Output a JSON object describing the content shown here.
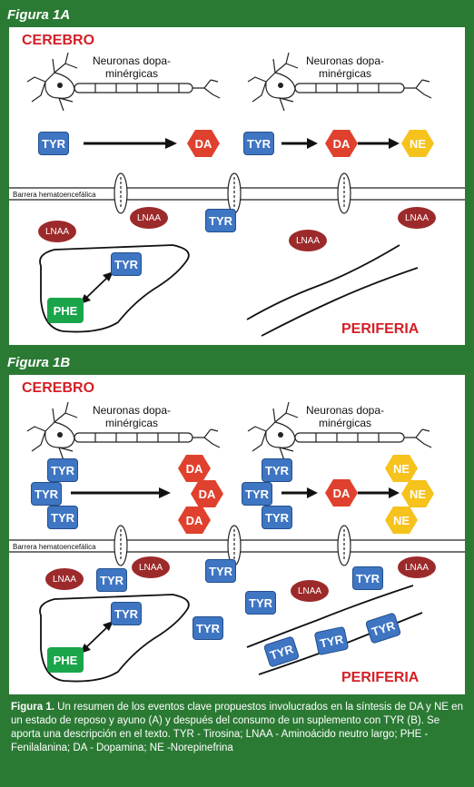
{
  "figure_a": {
    "label": "Figura 1A",
    "cerebro": "CEREBRO",
    "periferia": "PERIFERIA",
    "neuron_label_1": "Neuronas dopa-\nminérgicas",
    "neuron_label_2": "Neuronas dopa-\nminérgicas",
    "barrier_label": "Barrera hematoencefálica",
    "tyr": "TYR",
    "da": "DA",
    "ne": "NE",
    "lnaa": "LNAA",
    "phe": "PHE"
  },
  "figure_b": {
    "label": "Figura 1B",
    "cerebro": "CEREBRO",
    "periferia": "PERIFERIA",
    "neuron_label_1": "Neuronas dopa-\nminérgicas",
    "neuron_label_2": "Neuronas dopa-\nminérgicas",
    "barrier_label": "Barrera hematoencefálica",
    "tyr": "TYR",
    "da": "DA",
    "ne": "NE",
    "lnaa": "LNAA",
    "phe": "PHE"
  },
  "caption": {
    "title": "Figura 1.",
    "text": " Un resumen de los eventos clave propuestos involucrados en la síntesis de DA y NE en un estado de reposo y ayuno (A) y después del consumo de un suplemento con TYR (B). Se aporta una descripción en el texto. TYR - Tirosina; LNAA - Aminoácido neutro largo; PHE - Fenilalanina; DA - Dopamina; NE -Norepinefrina"
  },
  "colors": {
    "background": "#2b7a34",
    "tyr": "#3f76c3",
    "da": "#e0412e",
    "ne": "#f6c21c",
    "lnaa": "#9c2a2a",
    "phe": "#1aa54b",
    "region": "#d32027"
  }
}
